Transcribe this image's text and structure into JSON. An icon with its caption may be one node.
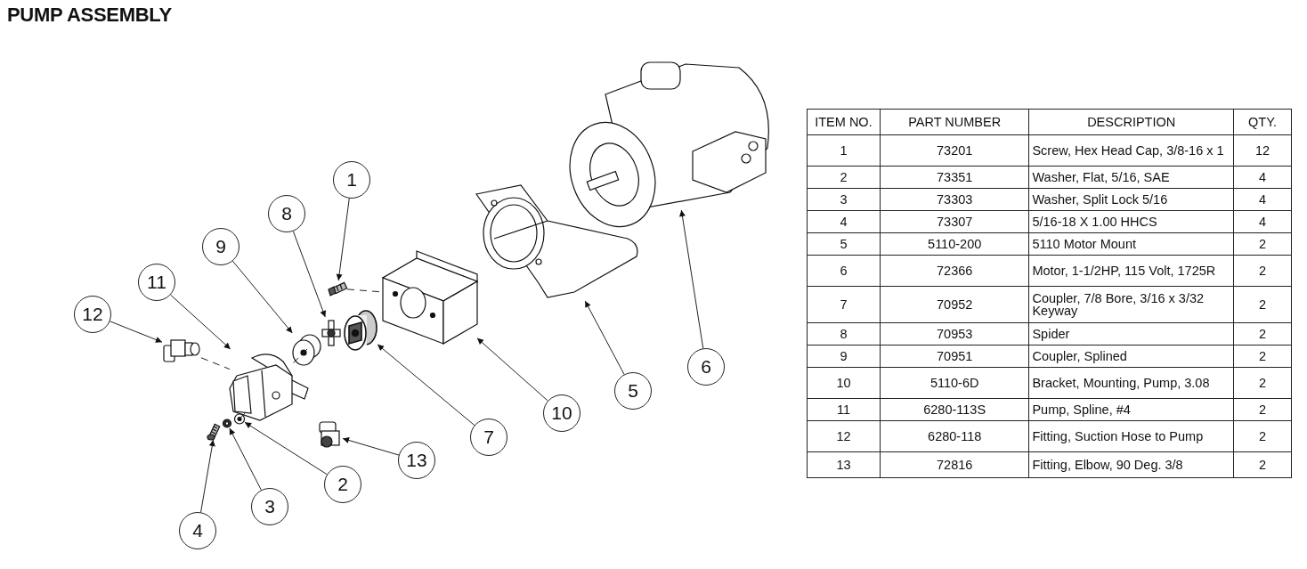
{
  "diagram": {
    "title": "PUMP ASSEMBLY",
    "nodes": [
      {
        "text": [
          "1"
        ]
      },
      {
        "text": [
          "8"
        ]
      },
      {
        "text": [
          "9"
        ]
      },
      {
        "text": [
          "11"
        ]
      },
      {
        "text": [
          "12"
        ]
      },
      {
        "text": [
          "10"
        ]
      },
      {
        "text": [
          "5"
        ]
      },
      {
        "text": [
          "6"
        ]
      },
      {
        "text": [
          "7"
        ]
      },
      {
        "text": [
          "13"
        ]
      },
      {
        "text": [
          "2"
        ]
      },
      {
        "text": [
          "3"
        ]
      },
      {
        "text": [
          "4"
        ]
      },
      {
        "text": [],
        "shape": "picture"
      },
      {
        "text": [],
        "shape": "picture"
      },
      {
        "text": [],
        "shape": "picture"
      },
      {
        "text": [],
        "shape": "picture"
      },
      {
        "text": [],
        "shape": "picture"
      },
      {
        "text": [],
        "shape": "picture"
      },
      {
        "text": [],
        "shape": "picture"
      },
      {
        "text": [],
        "shape": "picture"
      },
      {
        "text": [],
        "shape": "picture"
      },
      {
        "text": [],
        "shape": "picture"
      },
      {
        "text": [],
        "shape": "picture"
      },
      {
        "text": [],
        "shape": "picture"
      },
      {
        "text": [],
        "shape": "picture"
      }
    ],
    "edges": [
      {
        "from": 0,
        "to": 13,
        "arrow": "to"
      },
      {
        "from": 1,
        "to": 14,
        "arrow": "to"
      },
      {
        "from": 2,
        "to": 15,
        "arrow": "to"
      },
      {
        "from": 3,
        "to": 16,
        "arrow": "to"
      },
      {
        "from": 4,
        "to": 17,
        "arrow": "to"
      },
      {
        "from": 5,
        "to": 18,
        "arrow": "to"
      },
      {
        "from": 6,
        "to": 19,
        "arrow": "to"
      },
      {
        "from": 7,
        "to": 20,
        "arrow": "to"
      },
      {
        "from": 8,
        "to": 21,
        "arrow": "to"
      },
      {
        "from": 9,
        "to": 22,
        "arrow": "to"
      },
      {
        "from": 10,
        "to": 23,
        "arrow": "to"
      },
      {
        "from": 11,
        "to": 24,
        "arrow": "to"
      },
      {
        "from": 12,
        "to": 25,
        "arrow": "to"
      },
      {
        "from": 17,
        "to": 16,
        "arrow": "none",
        "style": "dashed"
      },
      {
        "from": 23,
        "to": 16,
        "arrow": "none",
        "style": "dashed"
      },
      {
        "from": 16,
        "to": 15,
        "arrow": "none",
        "style": "dashed"
      },
      {
        "from": 13,
        "to": 18,
        "arrow": "none",
        "style": "dashed"
      }
    ],
    "labels": [
      "ITEM NO.",
      "PART NUMBER",
      "DESCRIPTION",
      "QTY.",
      "1",
      "73201",
      "Screw, Hex Head Cap, 3/8-16 x 1",
      "12",
      "2",
      "73351",
      "Washer, Flat, 5/16, SAE",
      "4",
      "3",
      "73303",
      "Washer, Split Lock 5/16",
      "4",
      "4",
      "73307",
      "5/16-18 X 1.00 HHCS",
      "4",
      "5",
      "5110-200",
      "5110 Motor Mount",
      "2",
      "6",
      "72366",
      "Motor, 1-1/2HP, 115 Volt, 1725R",
      "2",
      "7",
      "70952",
      "Coupler, 7/8 Bore, 3/16 x 3/32 Keyway",
      "2",
      "8",
      "70953",
      "Spider",
      "2",
      "9",
      "70951",
      "Coupler, Splined",
      "2",
      "10",
      "5110-6D",
      "Bracket, Mounting, Pump, 3.08",
      "2",
      "11",
      "6280-113S",
      "Pump, Spline, #4",
      "2",
      "12",
      "6280-118",
      "Fitting, Suction Hose to Pump",
      "2",
      "13",
      "72816",
      "Fitting, Elbow, 90 Deg. 3/8",
      "2"
    ]
  }
}
